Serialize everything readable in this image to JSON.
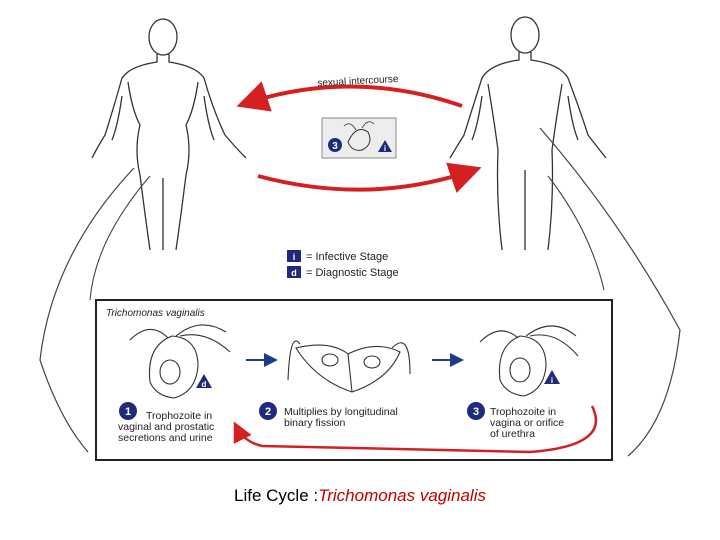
{
  "diagram": {
    "arrow_label": "sexual intercourse",
    "legend": [
      {
        "badge": "i",
        "text": "= Infective Stage",
        "color": "#1f2a7a"
      },
      {
        "badge": "d",
        "text": "= Diagnostic Stage",
        "color": "#1f2a7a"
      }
    ],
    "center_badges": {
      "stage": "3",
      "type": "i"
    },
    "box_title": "Trichomonas vaginalis",
    "stages": [
      {
        "number": "1",
        "badge": "d",
        "lines": [
          "Trophozoite in",
          "vaginal and prostatic",
          "secretions and urine"
        ]
      },
      {
        "number": "2",
        "badge": "",
        "lines": [
          "Multiplies by longitudinal",
          "binary fission"
        ]
      },
      {
        "number": "3",
        "badge": "i",
        "lines": [
          "Trophozoite in",
          "vagina or orifice",
          "of urethra"
        ]
      }
    ]
  },
  "caption": {
    "prefix": "Life Cycle :",
    "species": "Trichomonas vaginalis"
  },
  "colors": {
    "arrow_red": "#d42020",
    "badge_blue": "#1f2a7a",
    "flow_blue": "#1f3a8a",
    "caption_red": "#c00000"
  }
}
